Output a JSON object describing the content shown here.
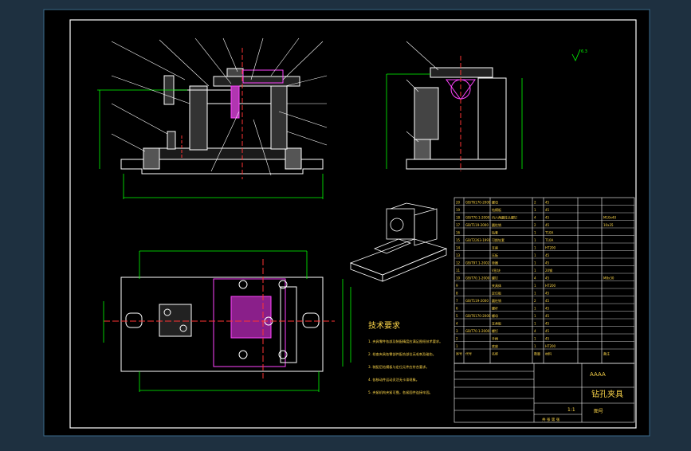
{
  "title_block": {
    "drawing_name": "钻孔夹具",
    "company": "AAAA",
    "scale": "1:1",
    "sheet_label": "图号",
    "footer_label": "共 张 第 张"
  },
  "tech_requirements": {
    "heading": "技术要求",
    "items": [
      "1. 夹具零件各部及装配精度应满足图纸技术要求。",
      "2. 检查夹具各零部件配合部位无毛刺及碰伤。",
      "3. 装配后钻模板与定位元件应符合要求。",
      "4. 各移动件运动灵活无卡滞现象。",
      "5. 夹紧机构夹紧可靠，各紧固件连接牢固。"
    ]
  },
  "bom": {
    "header": [
      "序号",
      "代号",
      "名称",
      "数量",
      "材料",
      "备注"
    ],
    "rows": [
      {
        "no": "20",
        "code": "GB/T6170-2000",
        "name": "螺母",
        "qty": "2",
        "mat": "45",
        "note": ""
      },
      {
        "no": "19",
        "code": "",
        "name": "钻模板",
        "qty": "1",
        "mat": "45",
        "note": ""
      },
      {
        "no": "18",
        "code": "GB/T70.1-2000",
        "name": "内六角圆柱头螺钉",
        "qty": "4",
        "mat": "45",
        "note": "M10x40"
      },
      {
        "no": "17",
        "code": "GB/T119-2000",
        "name": "圆柱销",
        "qty": "2",
        "mat": "45",
        "note": "10x35"
      },
      {
        "no": "16",
        "code": "",
        "name": "钻套",
        "qty": "1",
        "mat": "T10A",
        "note": ""
      },
      {
        "no": "15",
        "code": "GB/T2263-1991",
        "name": "可换钻套",
        "qty": "1",
        "mat": "T10A",
        "note": ""
      },
      {
        "no": "14",
        "code": "",
        "name": "支座",
        "qty": "1",
        "mat": "HT200",
        "note": ""
      },
      {
        "no": "13",
        "code": "",
        "name": "压板",
        "qty": "1",
        "mat": "45",
        "note": ""
      },
      {
        "no": "12",
        "code": "GB/T97.1-2002",
        "name": "垫圈",
        "qty": "1",
        "mat": "45",
        "note": ""
      },
      {
        "no": "11",
        "code": "",
        "name": "V形块",
        "qty": "1",
        "mat": "20钢",
        "note": ""
      },
      {
        "no": "10",
        "code": "GB/T70.1-2000",
        "name": "螺钉",
        "qty": "4",
        "mat": "45",
        "note": "M8x30"
      },
      {
        "no": "9",
        "code": "",
        "name": "夹具体",
        "qty": "1",
        "mat": "HT200",
        "note": ""
      },
      {
        "no": "8",
        "code": "",
        "name": "定位板",
        "qty": "1",
        "mat": "45",
        "note": ""
      },
      {
        "no": "7",
        "code": "GB/T119-2000",
        "name": "圆柱销",
        "qty": "2",
        "mat": "45",
        "note": ""
      },
      {
        "no": "6",
        "code": "",
        "name": "螺杆",
        "qty": "1",
        "mat": "45",
        "note": ""
      },
      {
        "no": "5",
        "code": "GB/T6170-2000",
        "name": "螺母",
        "qty": "1",
        "mat": "45",
        "note": ""
      },
      {
        "no": "4",
        "code": "",
        "name": "支承板",
        "qty": "1",
        "mat": "45",
        "note": ""
      },
      {
        "no": "3",
        "code": "GB/T70.1-2000",
        "name": "螺钉",
        "qty": "4",
        "mat": "45",
        "note": ""
      },
      {
        "no": "2",
        "code": "",
        "name": "手柄",
        "qty": "1",
        "mat": "45",
        "note": ""
      },
      {
        "no": "1",
        "code": "",
        "name": "底座",
        "qty": "1",
        "mat": "HT200",
        "note": ""
      }
    ]
  },
  "roughness_mark": "6.3",
  "colors": {
    "background": "#000000",
    "frame": "#ffffff",
    "geometry": "#ffffff",
    "dimension": "#00ff00",
    "centerline": "#ff3333",
    "highlight": "#ff44ff",
    "text": "#ffd84a",
    "outer_bg": "#1e3040"
  }
}
